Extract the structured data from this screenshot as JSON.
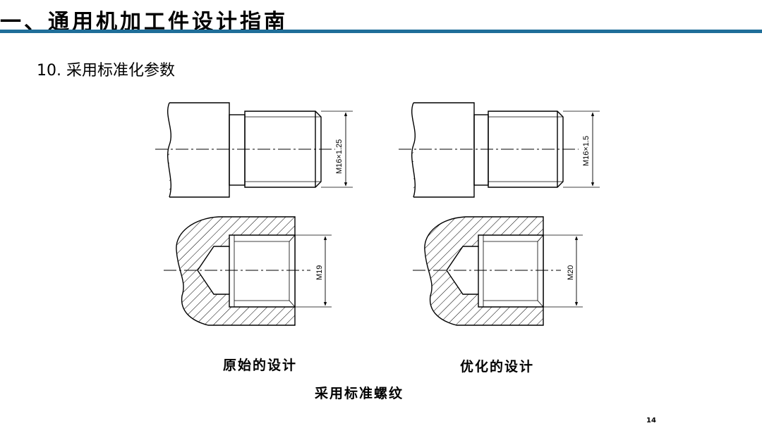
{
  "header": {
    "title": "一、通用机加工件设计指南",
    "rule_color": "#1f6e99"
  },
  "section": {
    "heading": "10. 采用标准化参数"
  },
  "diagram": {
    "shaft_left_label": "M16×1.25",
    "shaft_right_label": "M16×1.5",
    "hole_left_label": "M19",
    "hole_right_label": "M20",
    "caption_left": "原始的设计",
    "caption_right": "优化的设计",
    "caption_main": "采用标准螺纹"
  },
  "footer": {
    "page_number": "14"
  }
}
